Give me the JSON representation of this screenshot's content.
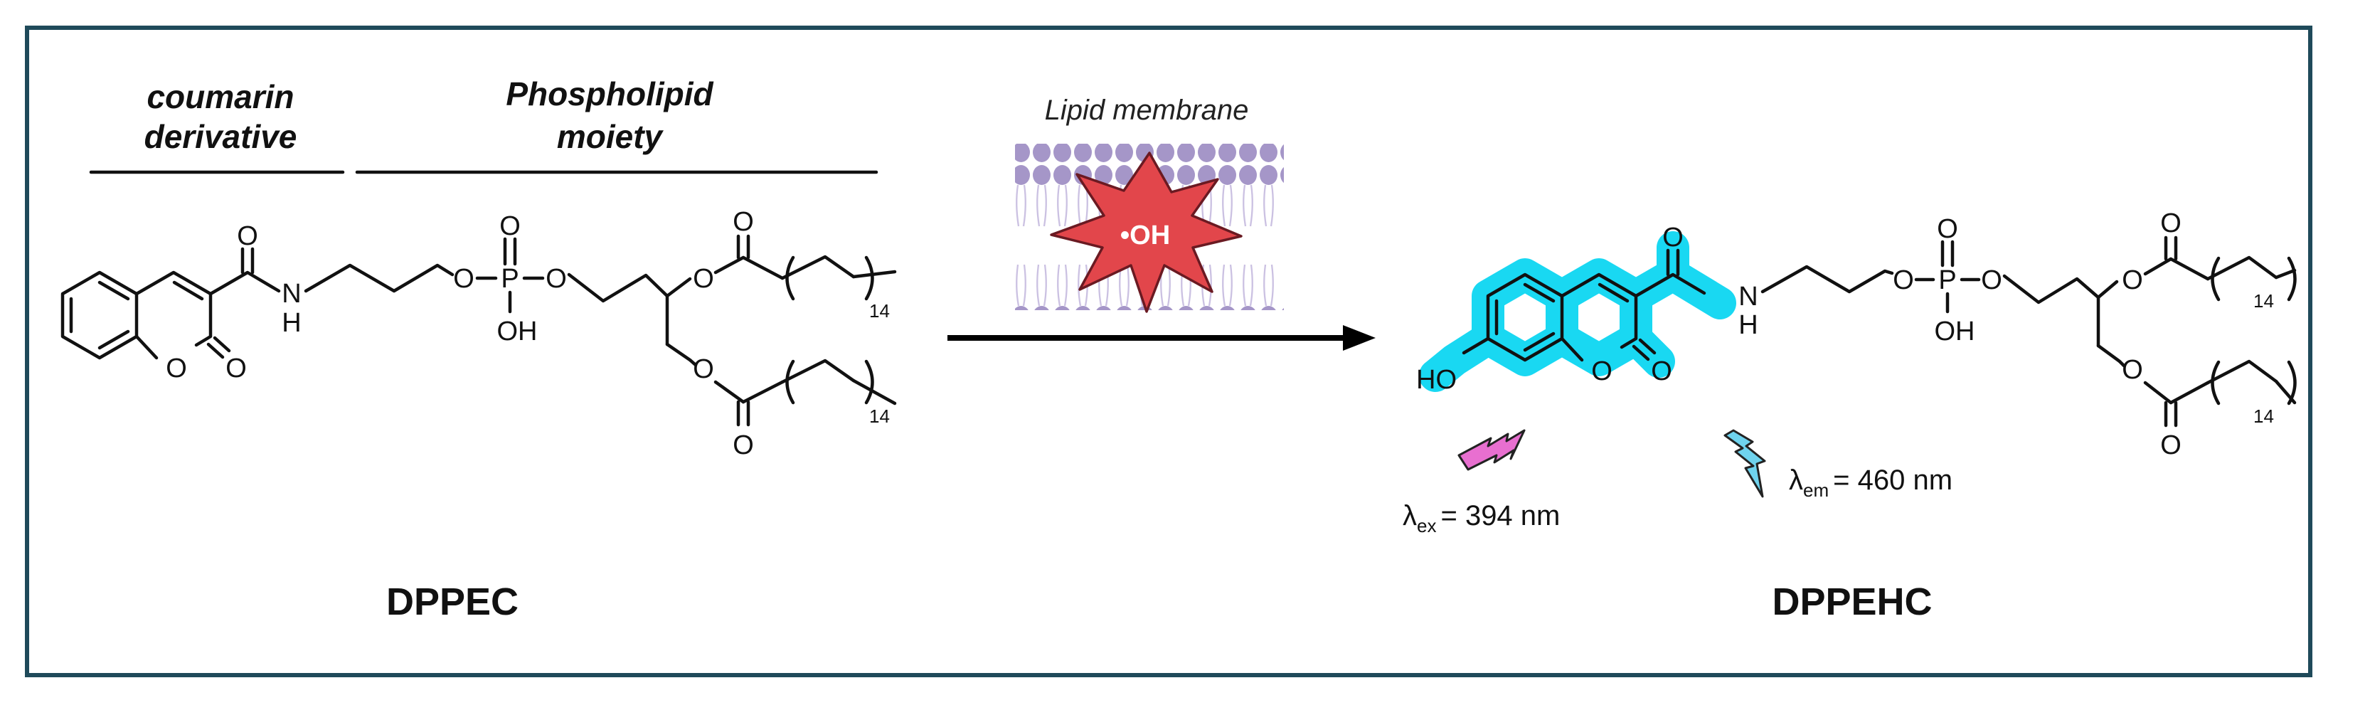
{
  "panel_border_color": "#1f4a5a",
  "highlight_color": "#19d8f2",
  "radical_color": "#e2464b",
  "membrane_color": "#a596c8",
  "left_headers": {
    "coumarin_line1": "coumarin",
    "coumarin_line2": "derivative",
    "lipid_line1": "Phospholipid",
    "lipid_line2": "moiety"
  },
  "membrane_label": "Lipid membrane",
  "radical_label": "•OH",
  "atoms": {
    "oxygen": "O",
    "nitrogen": "N",
    "hydrogen": "H",
    "phosphorus": "P",
    "hydroxyl": "OH",
    "hydroxyl_left": "HO",
    "repeat_count": "14"
  },
  "compounds": {
    "left_name": "DPPEC",
    "right_name": "DPPEHC"
  },
  "excitation": {
    "symbol": "λ",
    "subscript": "ex",
    "value": "= 394 nm",
    "icon": "lightning-bolt-icon",
    "color": "#e86fd0"
  },
  "emission": {
    "symbol": "λ",
    "subscript": "em",
    "value": "= 460 nm",
    "icon": "lightning-bolt-icon",
    "color": "#6fd3ee"
  }
}
